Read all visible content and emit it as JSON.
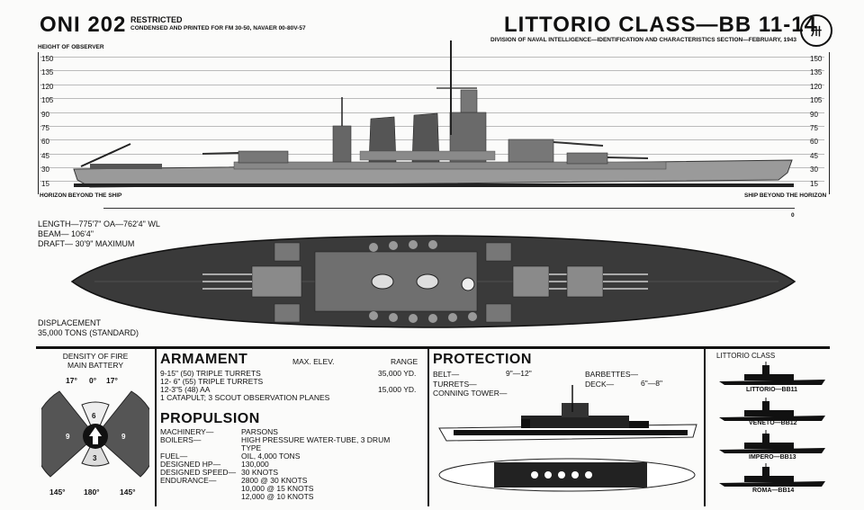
{
  "header": {
    "doc_id": "ONI 202",
    "restricted": "RESTRICTED",
    "condensed": "CONDENSED AND PRINTED FOR FM 30-50, NAVAER 00-80V-57",
    "title": "LITTORIO CLASS—BB 11-14",
    "subtitle": "DIVISION OF NAVAL INTELLIGENCE—IDENTIFICATION AND CHARACTERISTICS SECTION—FEBRUARY, 1943",
    "badge": "卅"
  },
  "profile": {
    "height_label": "HEIGHT OF OBSERVER",
    "scale": [
      "150",
      "135",
      "120",
      "105",
      "90",
      "75",
      "60",
      "45",
      "30",
      "15"
    ],
    "horizon_left": "HORIZON BEYOND THE SHIP",
    "horizon_right": "SHIP BEYOND THE HORIZON",
    "zero": "0"
  },
  "dimensions": {
    "length": "LENGTH—775'7\" OA—762'4\" WL",
    "beam": "BEAM—   106'4\"",
    "draft": "DRAFT—   30'9\" MAXIMUM"
  },
  "displacement": {
    "label": "DISPLACEMENT",
    "value": "35,000 TONS (STANDARD)"
  },
  "density": {
    "title1": "DENSITY OF FIRE",
    "title2": "MAIN BATTERY",
    "top_angles": [
      "17°",
      "0°",
      "17°"
    ],
    "bottom_angles": [
      "145°",
      "180°",
      "145°"
    ],
    "sectors": [
      "6",
      "9",
      "9",
      "3"
    ]
  },
  "armament": {
    "title": "ARMAMENT",
    "col_elev": "MAX. ELEV.",
    "col_range": "RANGE",
    "lines": [
      "9-15\" (50) TRIPLE TURRETS",
      "12- 6\" (55) TRIPLE TURRETS",
      "12-3\"5 (48) AA",
      "1 CATAPULT; 3 SCOUT OBSERVATION PLANES"
    ],
    "ranges": [
      "35,000 YD.",
      "",
      "15,000 YD."
    ]
  },
  "propulsion": {
    "title": "PROPULSION",
    "labels": [
      "MACHINERY—",
      "BOILERS—",
      "",
      "FUEL—",
      "DESIGNED HP—",
      "DESIGNED SPEED—",
      "ENDURANCE—",
      "",
      ""
    ],
    "values": [
      "PARSONS",
      "HIGH PRESSURE WATER-TUBE, 3 DRUM",
      "TYPE",
      "OIL, 4,000 TONS",
      "130,000",
      "30 KNOTS",
      "2800  @ 30 KNOTS",
      "10,000 @ 15 KNOTS",
      "12,000 @ 10 KNOTS"
    ]
  },
  "protection": {
    "title": "PROTECTION",
    "belt": "BELT—",
    "belt_val": "9\"—12\"",
    "turrets": "TURRETS—",
    "conning": "CONNING TOWER—",
    "barbettes": "BARBETTES—",
    "deck": "DECK—",
    "deck_val": "6\"—8\""
  },
  "class_list": {
    "title": "LITTORIO CLASS",
    "ships": [
      "LITTORIO—BB11",
      "VENETO—BB12",
      "IMPERO—BB13",
      "ROMA—BB14"
    ]
  }
}
